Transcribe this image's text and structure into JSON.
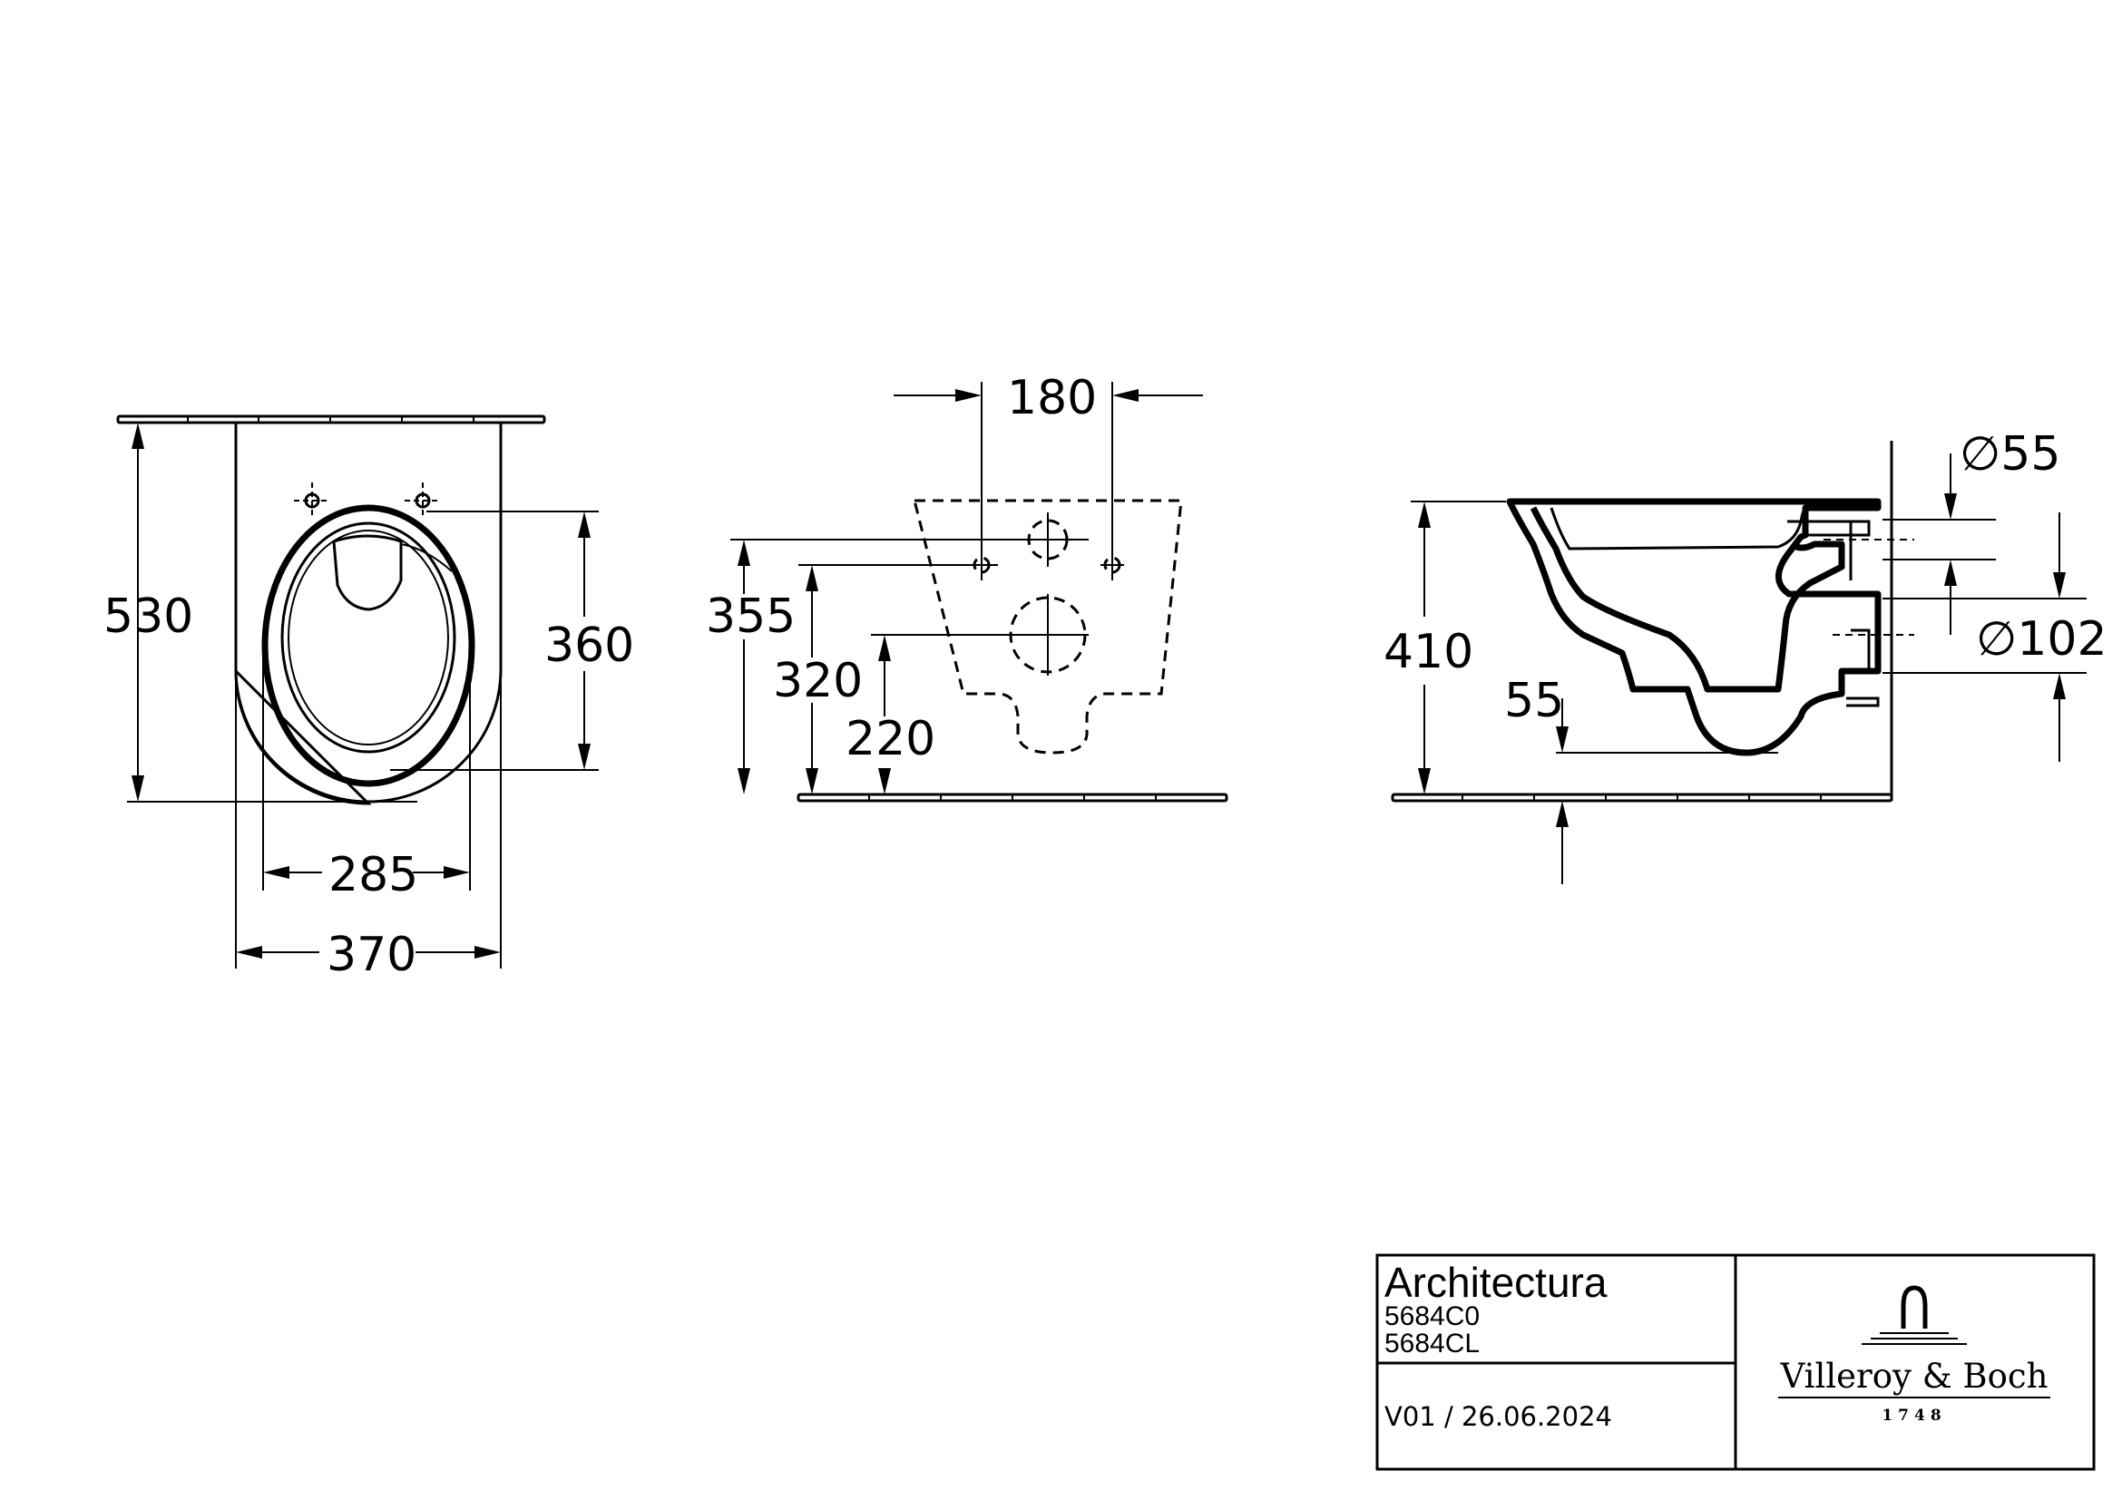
{
  "front_view": {
    "dim_height": "530",
    "dim_seat_height": "360",
    "dim_inner_width": "285",
    "dim_outer_width": "370"
  },
  "back_view": {
    "dim_bolt_spacing": "180",
    "dim_355": "355",
    "dim_320": "320",
    "dim_220": "220"
  },
  "side_view": {
    "dim_diam_55": "∅55",
    "dim_diam_102": "∅102",
    "dim_height": "410",
    "dim_55": "55"
  },
  "title_block": {
    "product_name": "Architectura",
    "code_1": "5684C0",
    "code_2": "5684CL",
    "version": "V01 / 26.06.2024",
    "brand": "Villeroy & Boch",
    "brand_year": "1748"
  }
}
